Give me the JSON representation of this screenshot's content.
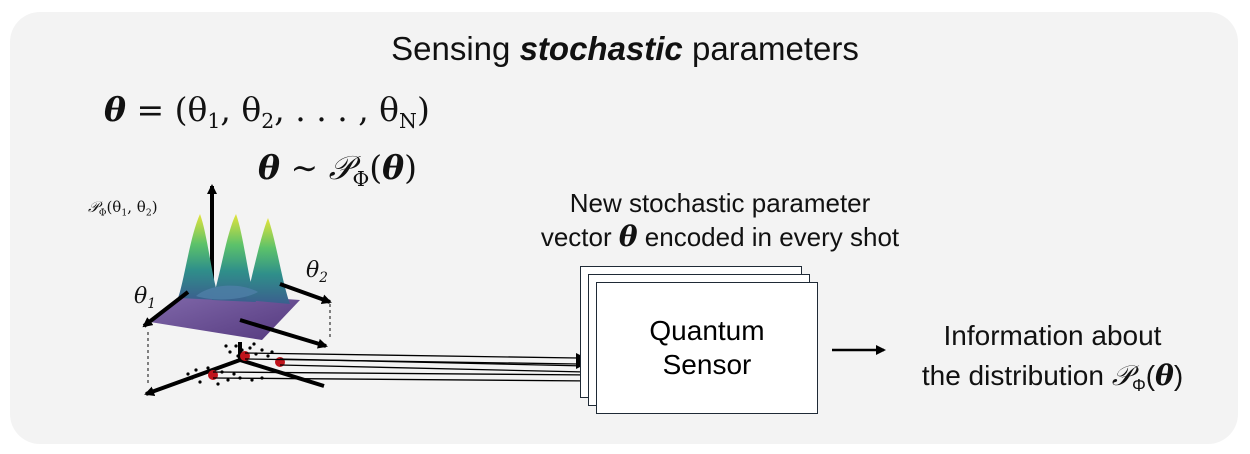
{
  "title": {
    "prefix": "Sensing ",
    "emphasis": "stochastic",
    "suffix": " parameters"
  },
  "equations": {
    "theta_vector_lhs": "θ",
    "theta_vector_rhs": " = (θ",
    "theta_vector_sub1": "1",
    "theta_vector_mid1": ", θ",
    "theta_vector_sub2": "2",
    "theta_vector_mid2": ", . . . , θ",
    "theta_vector_subN": "N",
    "theta_vector_end": ")",
    "theta_dist_lhs": "θ",
    "theta_dist_sim": " ∼ ",
    "theta_dist_P": "𝒫",
    "theta_dist_sub": "Φ",
    "theta_dist_arg": "θ"
  },
  "plot_labels": {
    "prob_P": "𝒫",
    "prob_sub": "Φ",
    "prob_args": "(θ",
    "prob_sub1": "1",
    "prob_mid": ", θ",
    "prob_sub2": "2",
    "prob_end": ")",
    "theta1": "θ",
    "theta1_sub": "1",
    "theta2": "θ",
    "theta2_sub": "2"
  },
  "caption": {
    "line1": "New stochastic parameter",
    "line2_prefix": "vector ",
    "line2_theta": "θ",
    "line2_suffix": " encoded in every shot"
  },
  "sensor": {
    "line1": "Quantum",
    "line2": "Sensor"
  },
  "output": {
    "line1": "Information about",
    "line2_prefix": "the distribution ",
    "P": "𝒫",
    "sub": "Φ",
    "theta": "θ"
  },
  "colors": {
    "panel": "#f3f3f3",
    "sample_dot": "#c0141c",
    "surface_low": "#5b3a86",
    "surface_peak": "#dde23a"
  }
}
